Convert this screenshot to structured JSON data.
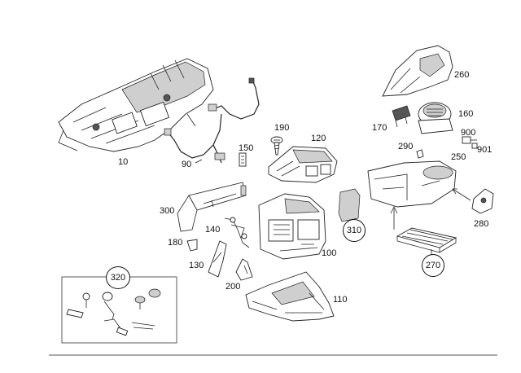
{
  "parts": [
    {
      "id": "p10",
      "label": "10"
    },
    {
      "id": "p90",
      "label": "90"
    },
    {
      "id": "p100",
      "label": "100"
    },
    {
      "id": "p110",
      "label": "110"
    },
    {
      "id": "p120",
      "label": "120"
    },
    {
      "id": "p130",
      "label": "130"
    },
    {
      "id": "p140",
      "label": "140"
    },
    {
      "id": "p150",
      "label": "150"
    },
    {
      "id": "p160",
      "label": "160"
    },
    {
      "id": "p170",
      "label": "170"
    },
    {
      "id": "p180",
      "label": "180"
    },
    {
      "id": "p190",
      "label": "190"
    },
    {
      "id": "p200",
      "label": "200"
    },
    {
      "id": "p250",
      "label": "250"
    },
    {
      "id": "p260",
      "label": "260"
    },
    {
      "id": "p280",
      "label": "280"
    },
    {
      "id": "p290",
      "label": "290"
    },
    {
      "id": "p300",
      "label": "300"
    },
    {
      "id": "p900",
      "label": "900"
    },
    {
      "id": "p901",
      "label": "901"
    }
  ],
  "circled_parts": [
    {
      "id": "p270",
      "label": "270"
    },
    {
      "id": "p310",
      "label": "310"
    },
    {
      "id": "p320",
      "label": "320"
    }
  ]
}
